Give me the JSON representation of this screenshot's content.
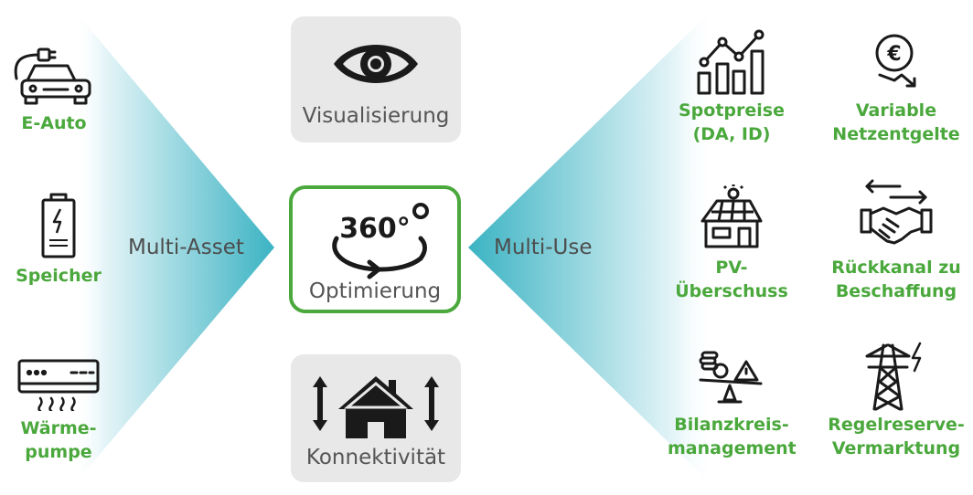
{
  "left_assets": [
    {
      "label": "E-Auto",
      "icon": "electric-car-icon"
    },
    {
      "label": "Speicher",
      "icon": "battery-icon"
    },
    {
      "label": "Wärme-\npumpe",
      "icon": "heat-pump-icon"
    }
  ],
  "left_flank_label": "Multi-Asset",
  "right_flank_label": "Multi-Use",
  "center": {
    "top": {
      "label": "Visualisierung",
      "icon": "eye-icon"
    },
    "middle": {
      "label": "Optimierung",
      "badge": "360°",
      "icon": "360-rotate-icon"
    },
    "bottom": {
      "label": "Konnektivität",
      "icon": "house-arrows-icon"
    }
  },
  "right_uses": [
    {
      "label": "Spotpreise\n(DA, ID)",
      "icon": "line-bar-chart-icon"
    },
    {
      "label": "Variable\nNetzentgelte",
      "icon": "euro-down-icon"
    },
    {
      "label": "PV-\nÜberschuss",
      "icon": "solar-house-icon"
    },
    {
      "label": "Rückkanal zu\nBeschaffung",
      "icon": "handshake-icon"
    },
    {
      "label": "Bilanzkreis-\nmanagement",
      "icon": "balance-scale-icon"
    },
    {
      "label": "Regelreserve-\nVermarktung",
      "icon": "power-pylon-icon"
    }
  ],
  "colors": {
    "accent_green": "#4aa83c",
    "teal": "#3bb3c3",
    "box_grey": "#e8e8e8",
    "text_grey": "#555555"
  }
}
